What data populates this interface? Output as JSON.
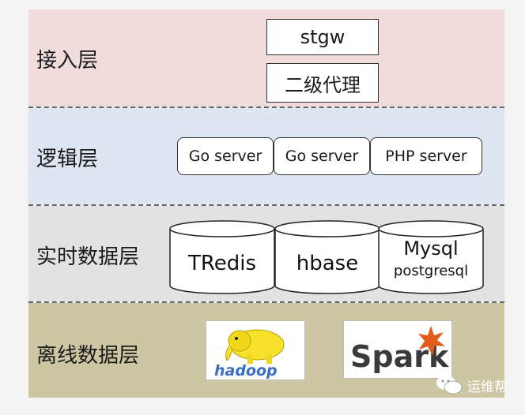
{
  "layers": {
    "access": {
      "label": "接入层",
      "color": "#f1dcdc",
      "boxes": [
        "stgw",
        "二级代理"
      ]
    },
    "logic": {
      "label": "逻辑层",
      "color": "#dde5f0",
      "servers": [
        "Go server",
        "Go server",
        "PHP server"
      ]
    },
    "realtime": {
      "label": "实时数据层",
      "color": "#e2e2e2",
      "stores": [
        {
          "name": "TRedis",
          "sub": ""
        },
        {
          "name": "hbase",
          "sub": ""
        },
        {
          "name": "Mysql",
          "sub": "postgresql"
        }
      ]
    },
    "offline": {
      "label": "离线数据层",
      "color": "#cdc6a2",
      "logos": [
        "hadoop",
        "Spark"
      ]
    }
  },
  "watermark": {
    "text": "运维帮",
    "icon": "wechat-icon"
  }
}
